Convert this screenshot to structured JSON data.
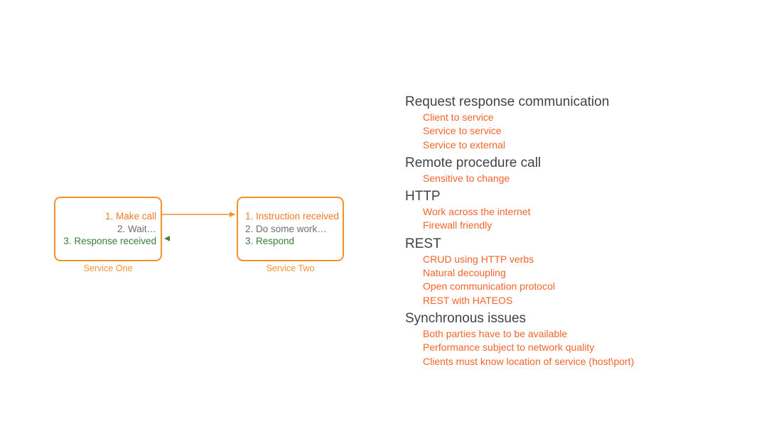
{
  "diagram": {
    "title": "request-response-sequence",
    "colors": {
      "box_border": "#F5912B",
      "orange_text": "#F2792A",
      "gray_text": "#6D6D6D",
      "green_text": "#3B7D3B",
      "caption": "#F5923B",
      "arrow_request": "#F5912B",
      "arrow_response": "#4E7F2E"
    },
    "service_one": {
      "caption": "Service One",
      "lines": [
        {
          "text": "1. Make call",
          "color": "orange"
        },
        {
          "text": "2. Wait…",
          "color": "gray"
        },
        {
          "text": "3. Response received",
          "color": "green"
        }
      ]
    },
    "service_two": {
      "caption": "Service Two",
      "lines": [
        {
          "text": "1. Instruction received",
          "color": "orange"
        },
        {
          "text": "2. Do some work…",
          "color": "gray"
        },
        {
          "text": "3. Respond",
          "color": "green"
        }
      ]
    },
    "arrows": [
      {
        "name": "request-arrow",
        "direction": "left-to-right"
      },
      {
        "name": "response-arrow",
        "direction": "right-to-left"
      }
    ]
  },
  "outline": {
    "groups": [
      {
        "title": "Request response communication",
        "items": [
          "Client to service",
          "Service to service",
          "Service to external"
        ]
      },
      {
        "title": "Remote procedure call",
        "items": [
          "Sensitive to change"
        ]
      },
      {
        "title": "HTTP",
        "items": [
          "Work across the internet",
          "Firewall friendly"
        ]
      },
      {
        "title": "REST",
        "items": [
          "CRUD using HTTP verbs",
          "Natural decoupling",
          "Open communication protocol",
          "REST with HATEOS"
        ]
      },
      {
        "title": "Synchronous issues",
        "items": [
          "Both parties have to be available",
          "Performance subject to network quality",
          "Clients must know location of service (host\\port)"
        ]
      }
    ]
  }
}
